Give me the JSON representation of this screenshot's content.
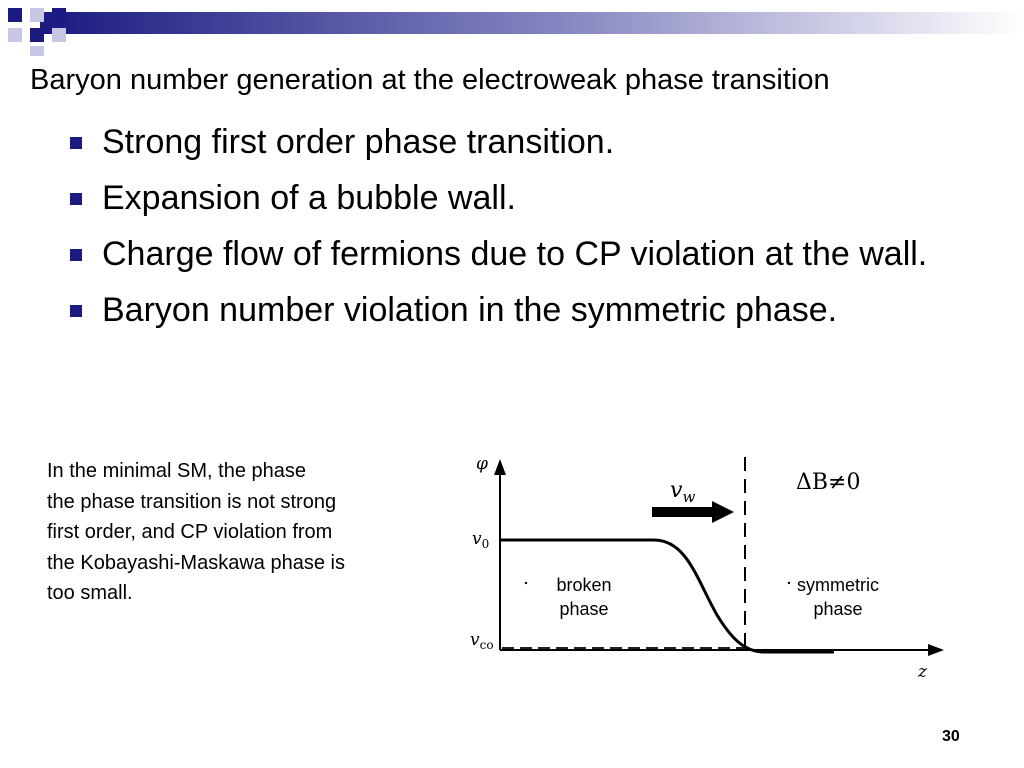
{
  "slide": {
    "title": "Baryon number generation at the electroweak phase transition",
    "bullets": [
      "Strong first order phase transition.",
      "Expansion of a bubble wall.",
      "Charge flow of fermions due to CP violation at the wall.",
      "Baryon number violation in the symmetric phase."
    ],
    "note_lines": [
      "In the minimal SM, the phase",
      "the phase transition  is not strong",
      "first order, and CP violation from",
      "the Kobayashi-Maskawa phase is",
      "too small."
    ],
    "page_number": "30"
  },
  "diagram": {
    "y_axis_label": "φ",
    "x_axis_label": "z",
    "v0_label_main": "v",
    "v0_label_sub": "0",
    "vco_label_main": "v",
    "vco_label_sub": "co",
    "wall_velocity_main": "v",
    "wall_velocity_sub": "w",
    "delta_b_label": "ΔB≠0",
    "broken_phase_line1": "broken",
    "broken_phase_line2": "phase",
    "symmetric_phase_line1": "symmetric",
    "symmetric_phase_line2": "phase"
  },
  "colors": {
    "accent": "#1a1a80",
    "bar_start": "#1a1a80",
    "bar_end": "#ffffff"
  }
}
